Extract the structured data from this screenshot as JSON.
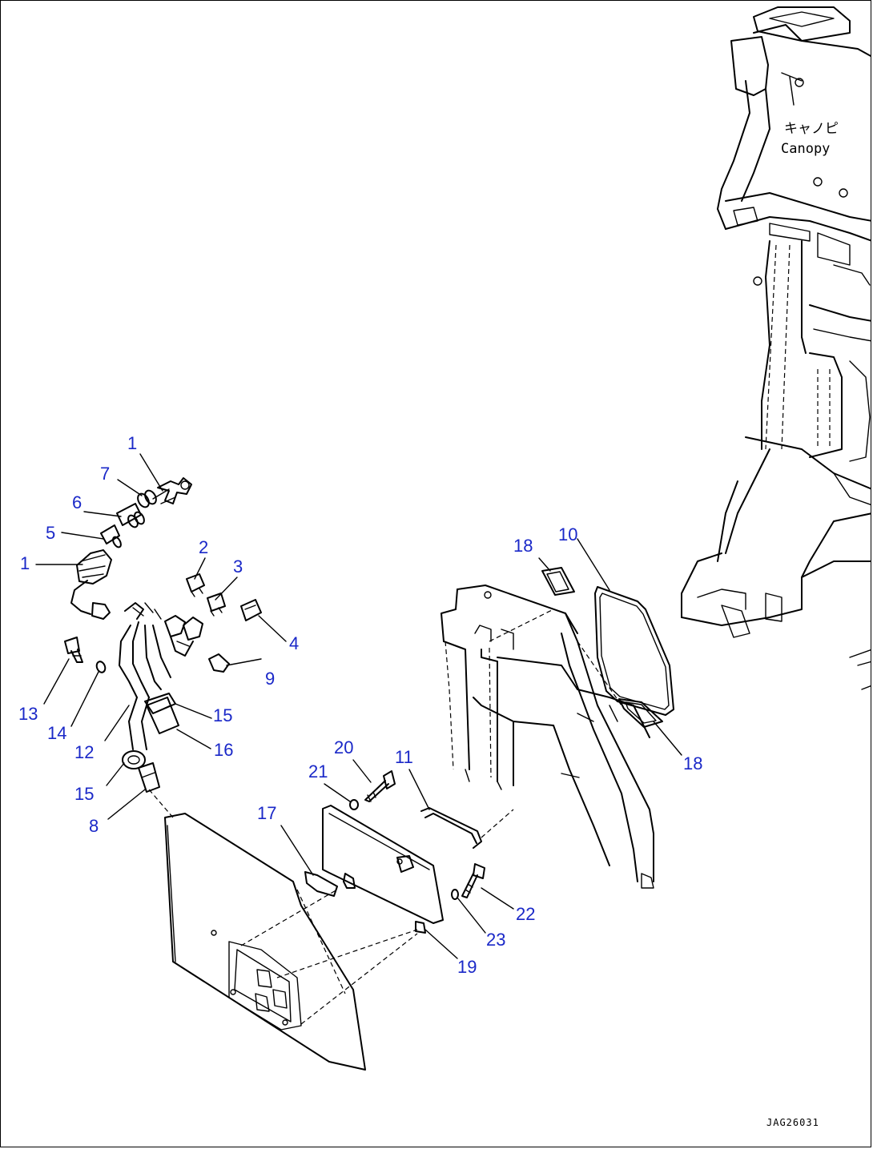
{
  "canopy": {
    "label_jp": "キャノピ",
    "label_en": "Canopy"
  },
  "drawing_code": "JAG26031",
  "callouts": [
    {
      "id": "c1a",
      "text": "1"
    },
    {
      "id": "c7",
      "text": "7"
    },
    {
      "id": "c6",
      "text": "6"
    },
    {
      "id": "c5",
      "text": "5"
    },
    {
      "id": "c1b",
      "text": "1"
    },
    {
      "id": "c2",
      "text": "2"
    },
    {
      "id": "c3",
      "text": "3"
    },
    {
      "id": "c4",
      "text": "4"
    },
    {
      "id": "c9",
      "text": "9"
    },
    {
      "id": "c13",
      "text": "13"
    },
    {
      "id": "c14",
      "text": "14"
    },
    {
      "id": "c12",
      "text": "12"
    },
    {
      "id": "c15a",
      "text": "15"
    },
    {
      "id": "c16",
      "text": "16"
    },
    {
      "id": "c15b",
      "text": "15"
    },
    {
      "id": "c8",
      "text": "8"
    },
    {
      "id": "c18a",
      "text": "18"
    },
    {
      "id": "c10",
      "text": "10"
    },
    {
      "id": "c18b",
      "text": "18"
    },
    {
      "id": "c20",
      "text": "20"
    },
    {
      "id": "c21",
      "text": "21"
    },
    {
      "id": "c11",
      "text": "11"
    },
    {
      "id": "c17",
      "text": "17"
    },
    {
      "id": "c22",
      "text": "22"
    },
    {
      "id": "c23",
      "text": "23"
    },
    {
      "id": "c19",
      "text": "19"
    }
  ],
  "colors": {
    "callout": "#1a28c8",
    "line": "#000000",
    "background": "#ffffff"
  }
}
